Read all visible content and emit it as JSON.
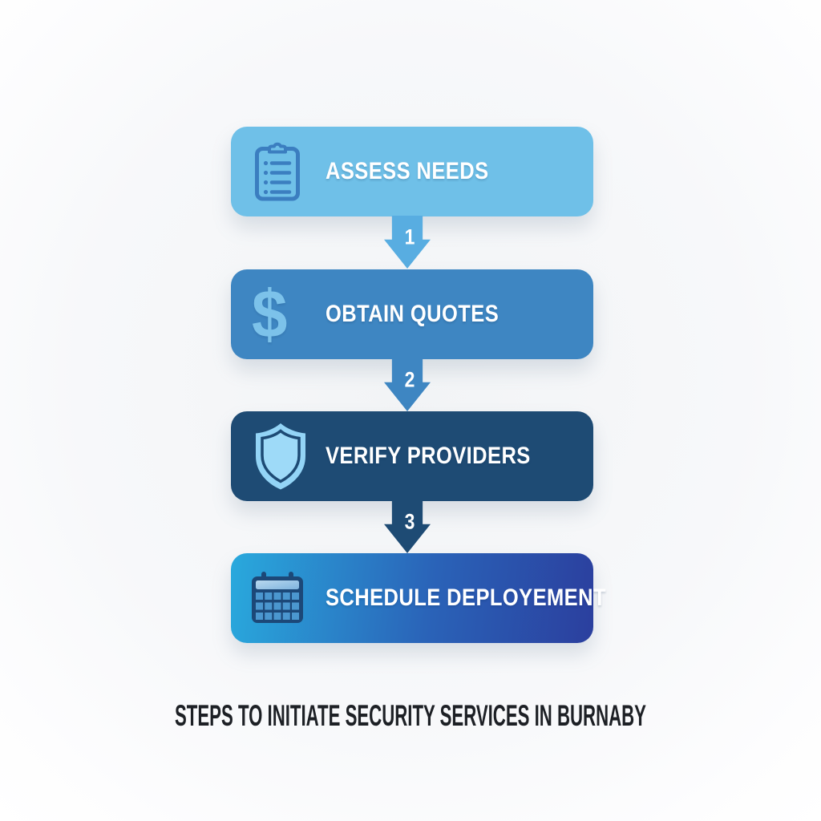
{
  "page": {
    "background_color": "#f6f7f9"
  },
  "diagram": {
    "caption": "STEPS TO INITIATE SECURITY SERVICES IN BURNABY",
    "caption_color": "#1d2025",
    "steps": [
      {
        "label": "ASSESS NEEDS",
        "icon": "clipboard-checklist-icon",
        "color": "#6fc0e8",
        "text_color": "#ffffff"
      },
      {
        "label": "OBTAIN QUOTES",
        "icon": "dollar-sign-icon",
        "color": "#3e86c2",
        "text_color": "#ffffff",
        "dollar_glyph": "$"
      },
      {
        "label": "VERIFY PROVIDERS",
        "icon": "shield-icon",
        "color": "#1e4b74",
        "text_color": "#ffffff"
      },
      {
        "label": "SCHEDULE DEPLOYEMENT",
        "icon": "calendar-icon",
        "color_gradient_start": "#29a9dd",
        "color_gradient_end": "#2b3f9e",
        "text_color": "#ffffff"
      }
    ],
    "arrows": [
      {
        "number": "1",
        "color": "#58ade1"
      },
      {
        "number": "2",
        "color": "#3e86c2"
      },
      {
        "number": "3",
        "color": "#1e4b74"
      }
    ]
  }
}
